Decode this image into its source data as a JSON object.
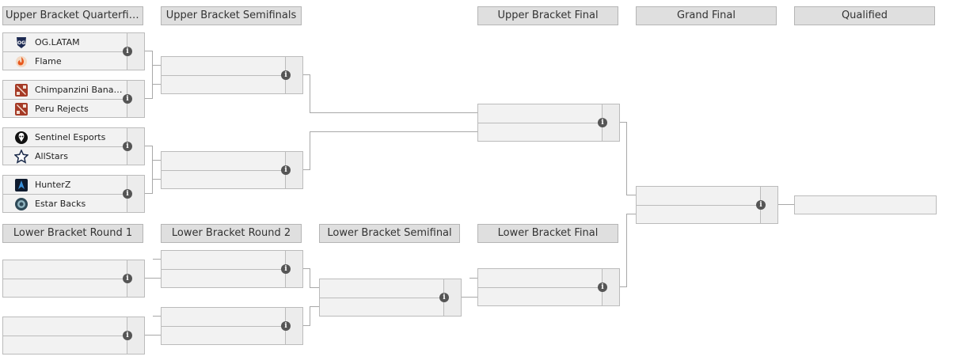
{
  "headers": {
    "ubqf": "Upper Bracket Quarterfinals",
    "ubsf": "Upper Bracket Semifinals",
    "ubf": "Upper Bracket Final",
    "gf": "Grand Final",
    "qualified": "Qualified",
    "lbr1": "Lower Bracket Round 1",
    "lbr2": "Lower Bracket Round 2",
    "lbsf": "Lower Bracket Semifinal",
    "lbf": "Lower Bracket Final"
  },
  "teams": {
    "t1": {
      "name": "OG.LATAM",
      "logo": "og-logo"
    },
    "t2": {
      "name": "Flame",
      "logo": "flame-logo"
    },
    "t3": {
      "name": "Chimpanzini Banan...",
      "logo": "dota-logo"
    },
    "t4": {
      "name": "Peru Rejects",
      "logo": "dota-logo"
    },
    "t5": {
      "name": "Sentinel Esports",
      "logo": "sentinel-logo"
    },
    "t6": {
      "name": "AllStars",
      "logo": "allstars-logo"
    },
    "t7": {
      "name": "HunterZ",
      "logo": "hunterz-logo"
    },
    "t8": {
      "name": "Estar Backs",
      "logo": "estar-backs-logo"
    }
  },
  "info_glyph": "i",
  "colors": {
    "header_bg": "#dfdfdf",
    "match_bg": "#f2f2f2",
    "border": "#bbbbbb",
    "connector": "#a8a8a8",
    "info_icon": "#555555"
  }
}
